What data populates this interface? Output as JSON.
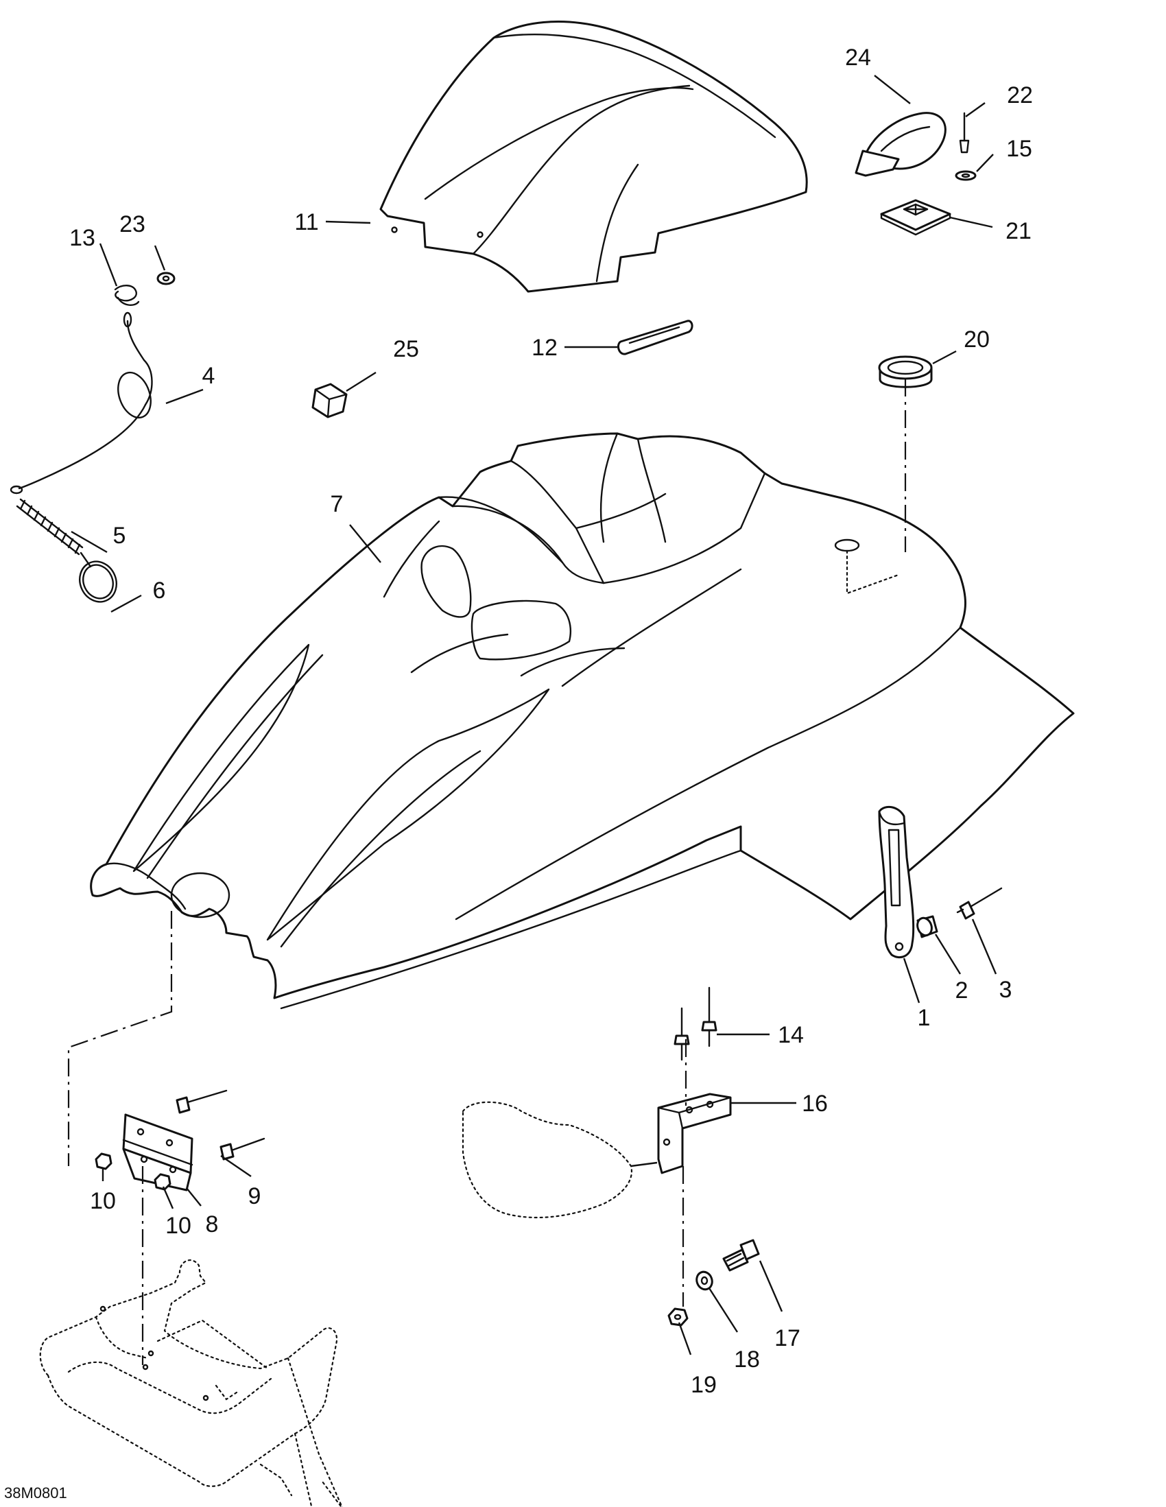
{
  "drawing_code": "38M0801",
  "callouts": {
    "c1": "1",
    "c2": "2",
    "c3": "3",
    "c4": "4",
    "c5": "5",
    "c6": "6",
    "c7": "7",
    "c8": "8",
    "c9": "9",
    "c10a": "10",
    "c10b": "10",
    "c11": "11",
    "c12": "12",
    "c13": "13",
    "c14": "14",
    "c15": "15",
    "c16": "16",
    "c17": "17",
    "c18": "18",
    "c19": "19",
    "c20": "20",
    "c21": "21",
    "c22": "22",
    "c23": "23",
    "c24": "24",
    "c25": "25"
  }
}
